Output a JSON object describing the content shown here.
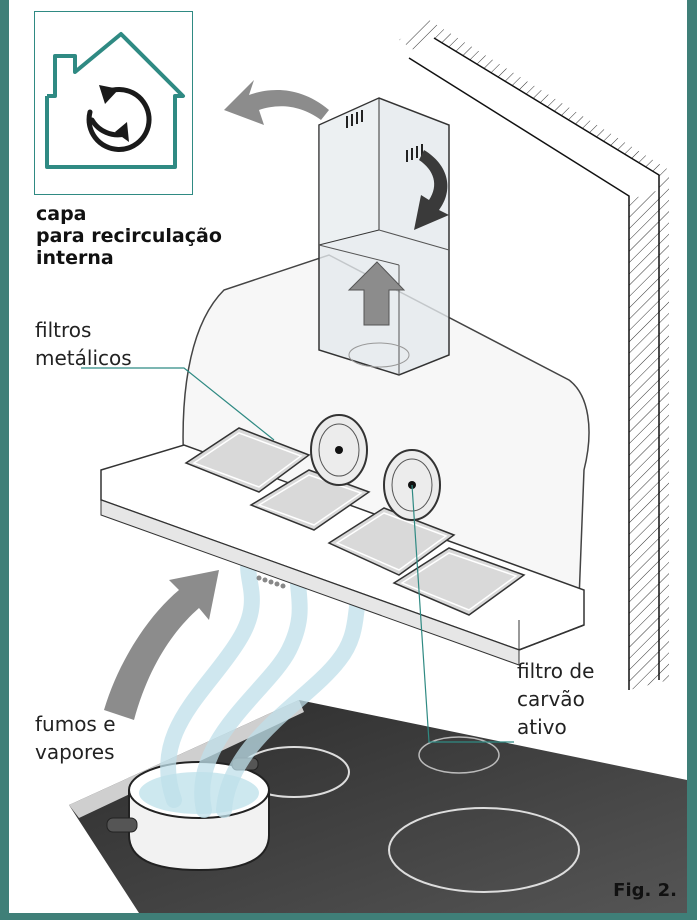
{
  "title": {
    "line1": "capa",
    "line2": "para recirculação",
    "line3": "interna"
  },
  "labels": {
    "metal_filters": [
      "filtros",
      "metálicos"
    ],
    "carbon_filter": [
      "filtro de",
      "carvão",
      "ativo"
    ],
    "fumes": [
      "fumos e",
      "vapores"
    ]
  },
  "figure_label": "Fig. 2.",
  "icons": {
    "house": "house-recirculation-icon",
    "airflow_out": "airflow-out-arrow-icon",
    "airflow_in": "airflow-in-arrow-icon",
    "airflow_up": "airflow-up-arrow-icon",
    "airflow_recirc": "recirculation-arrow-icon"
  },
  "colors": {
    "frame": "#3f7f78",
    "accent": "#2f8a83",
    "arrow": "#8c8c8c"
  }
}
